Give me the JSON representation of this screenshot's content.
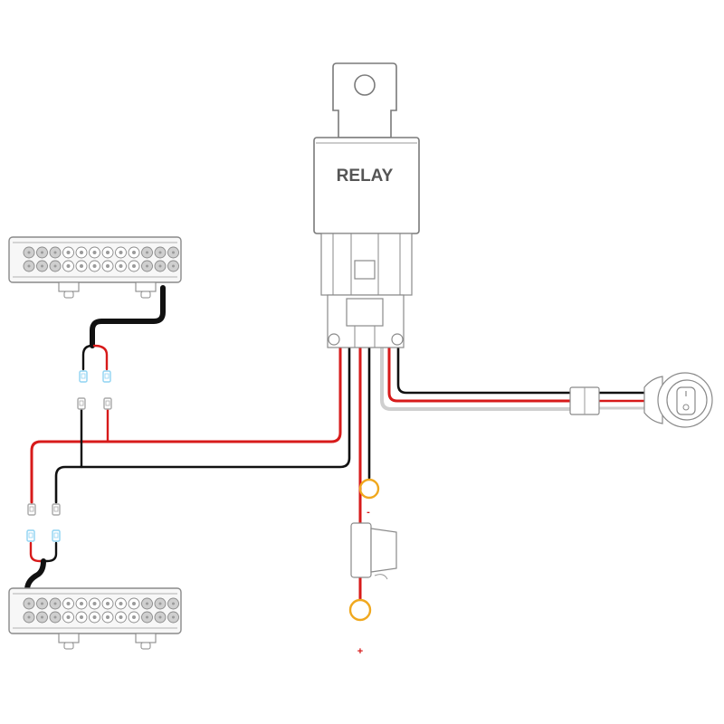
{
  "diagram": {
    "type": "wiring-harness",
    "relay": {
      "label": "RELAY"
    },
    "fuse_holder": {
      "negative_sign": "-",
      "positive_sign": "+"
    },
    "switch": {
      "type": "round rocker switch",
      "marks": [
        "I",
        "O"
      ]
    },
    "light_bars": [
      {
        "id": "light-bar-top"
      },
      {
        "id": "light-bar-bottom"
      }
    ],
    "colors": {
      "wire_red": "#d71a1a",
      "wire_black": "#111111",
      "wire_white": "#cfcfcf",
      "ring_terminal": "#f0a81e",
      "connector_blue": "#8fd3f2",
      "outline": "#7a7a7a"
    }
  }
}
